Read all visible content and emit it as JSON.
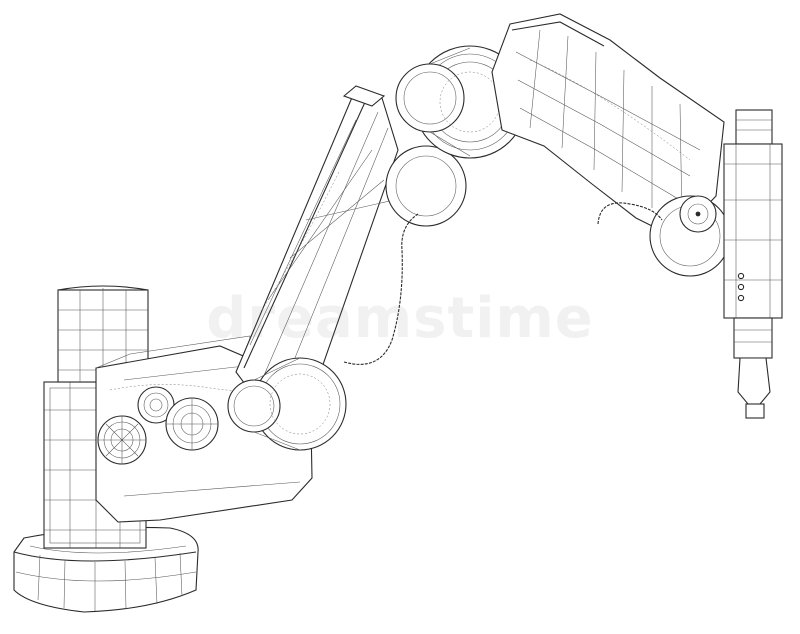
{
  "watermark": {
    "text": "dreamstime"
  },
  "drawing": {
    "subject": "robotic-arm-wireframe",
    "stroke_color": "#2b2b2b",
    "background_color": "#ffffff",
    "status_leds": 3
  }
}
